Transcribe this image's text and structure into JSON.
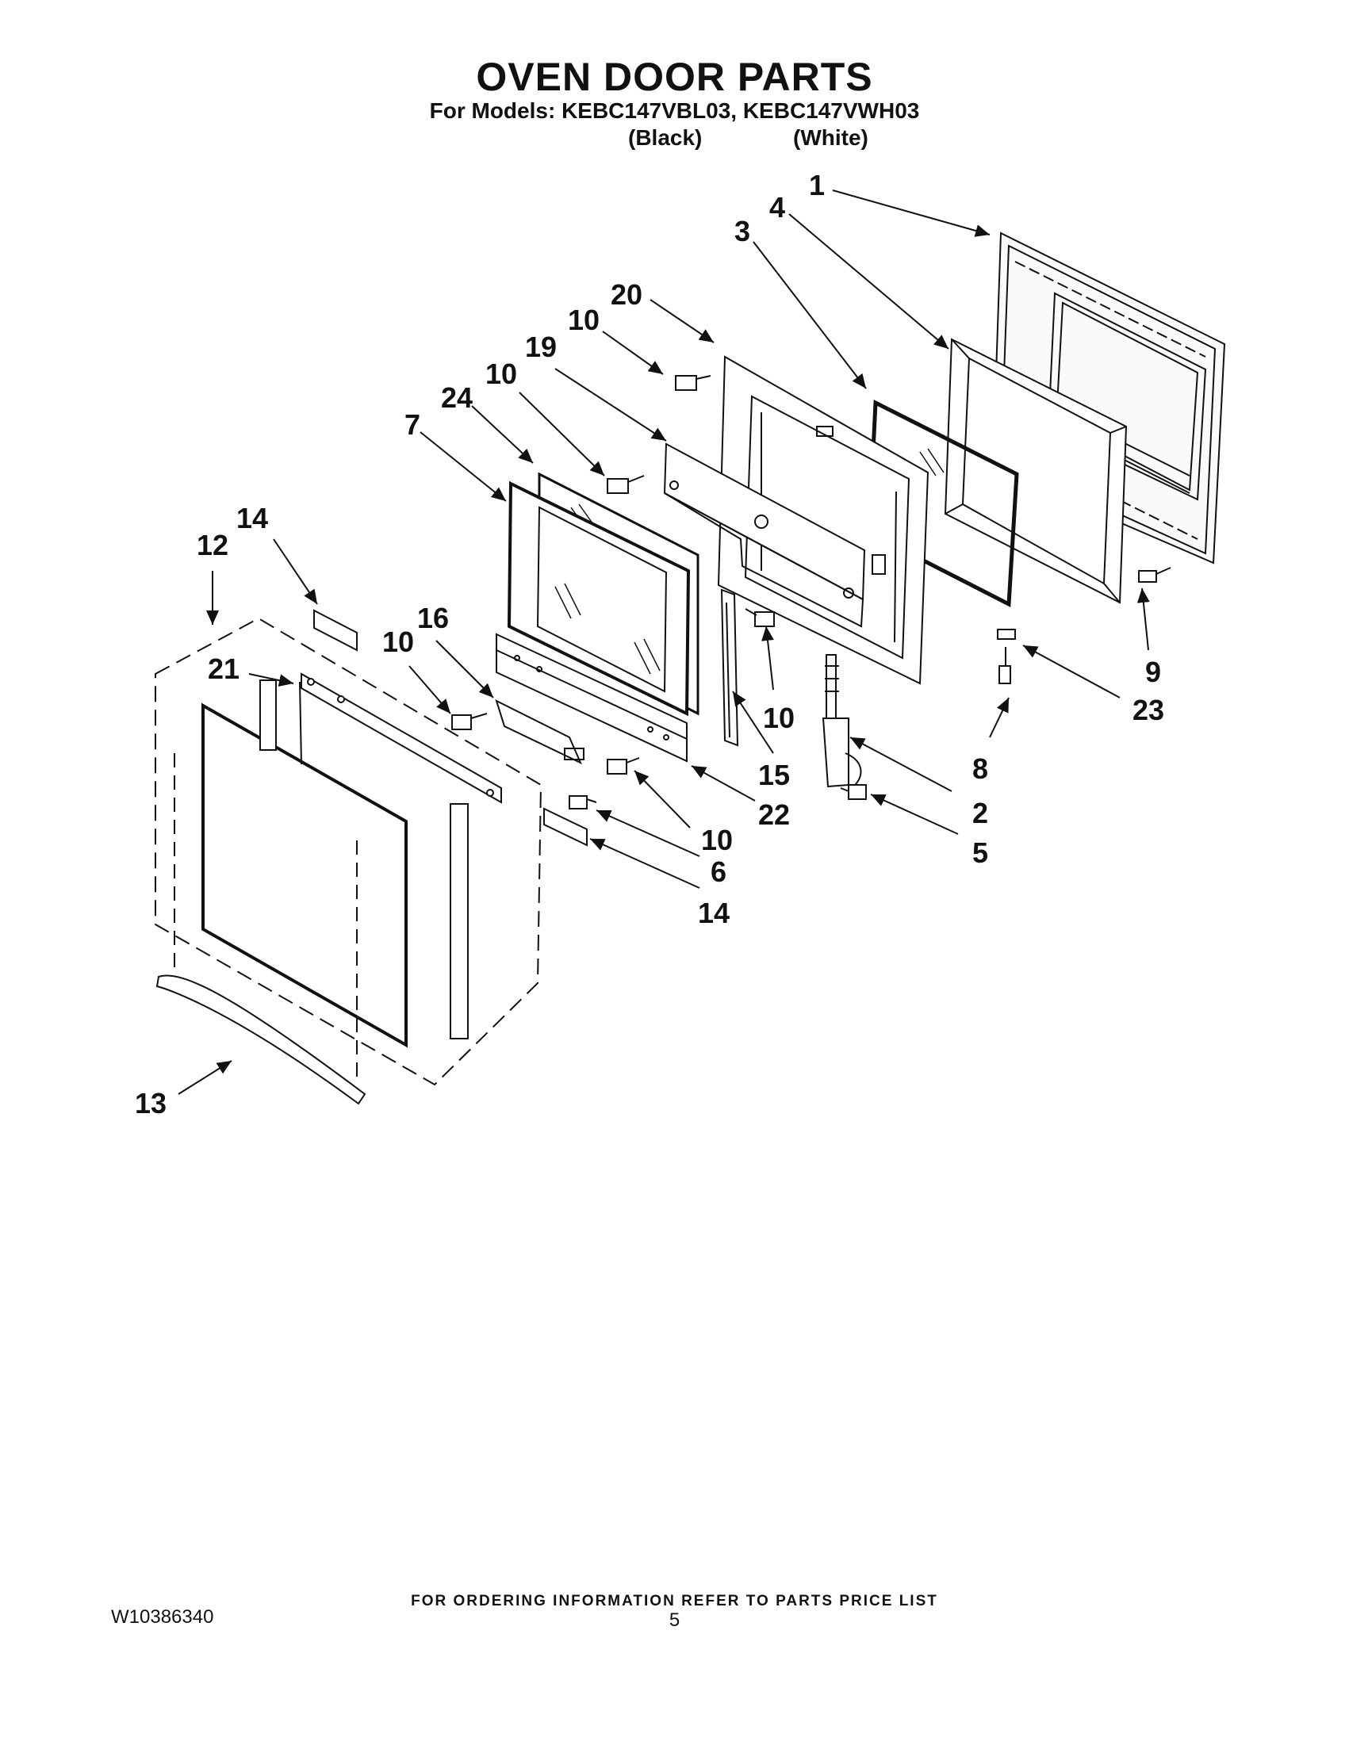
{
  "header": {
    "title": "OVEN DOOR PARTS",
    "models_line": "For Models: KEBC147VBL03, KEBC147VWH03",
    "color_black": "(Black)",
    "color_white": "(White)"
  },
  "callouts": {
    "c1": "1",
    "c4": "4",
    "c3": "3",
    "c20": "20",
    "c10a": "10",
    "c19": "19",
    "c10b": "10",
    "c24": "24",
    "c7": "7",
    "c14a": "14",
    "c12": "12",
    "c21": "21",
    "c16": "16",
    "c10c": "10",
    "c10d": "10",
    "c15": "15",
    "c22": "22",
    "c10e": "10",
    "c6": "6",
    "c14b": "14",
    "c13": "13",
    "c9": "9",
    "c23": "23",
    "c8": "8",
    "c2": "2",
    "c5": "5"
  },
  "footer": {
    "ordering_note": "FOR ORDERING INFORMATION REFER TO PARTS PRICE LIST",
    "document_number": "W10386340",
    "page_number": "5"
  }
}
